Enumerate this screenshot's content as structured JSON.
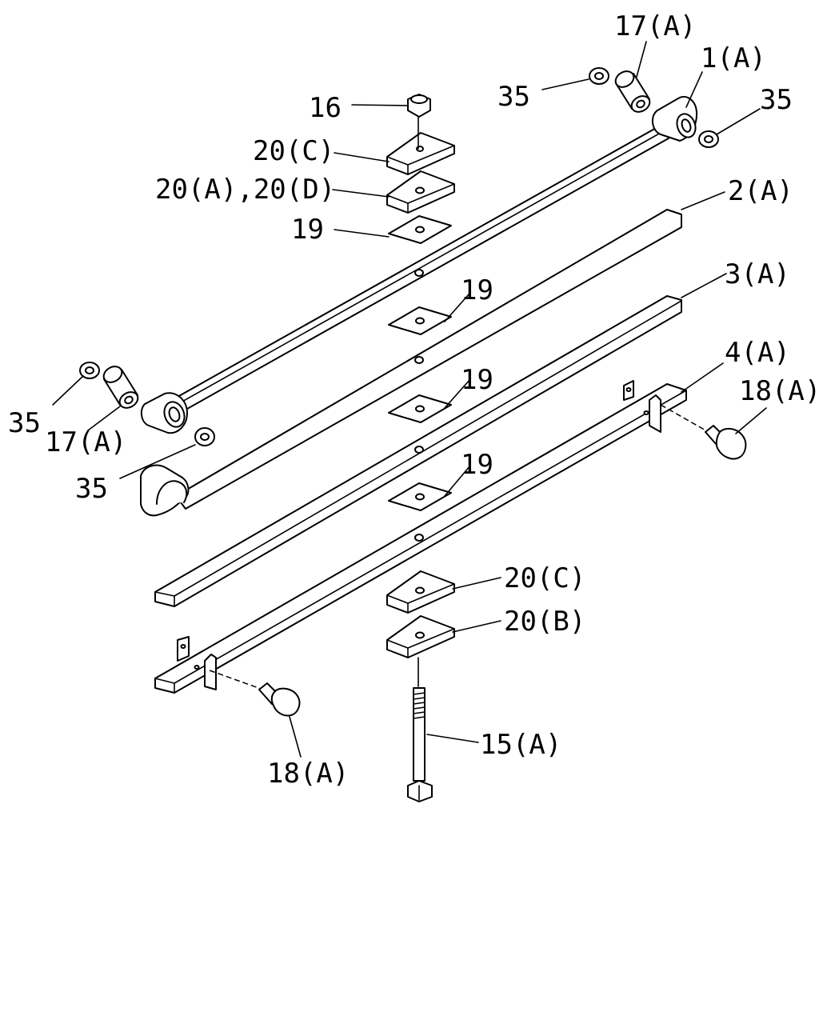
{
  "labels": {
    "p16": "16",
    "p17a_top": "17(A)",
    "p35_top_left": "35",
    "p1a": "1(A)",
    "p35_top_right": "35",
    "p20c_top": "20(C)",
    "p20ad": "20(A),20(D)",
    "p19_top": "19",
    "p2a": "2(A)",
    "p3a": "3(A)",
    "p19_a": "19",
    "p19_b": "19",
    "p19_c": "19",
    "p4a": "4(A)",
    "p18a_right": "18(A)",
    "p35_left": "35",
    "p17a_left": "17(A)",
    "p35_bottom_left": "35",
    "p20c_bottom": "20(C)",
    "p20b": "20(B)",
    "p15a": "15(A)",
    "p18a_bottom": "18(A)"
  },
  "colors": {
    "line": "#000000",
    "background": "#ffffff"
  }
}
